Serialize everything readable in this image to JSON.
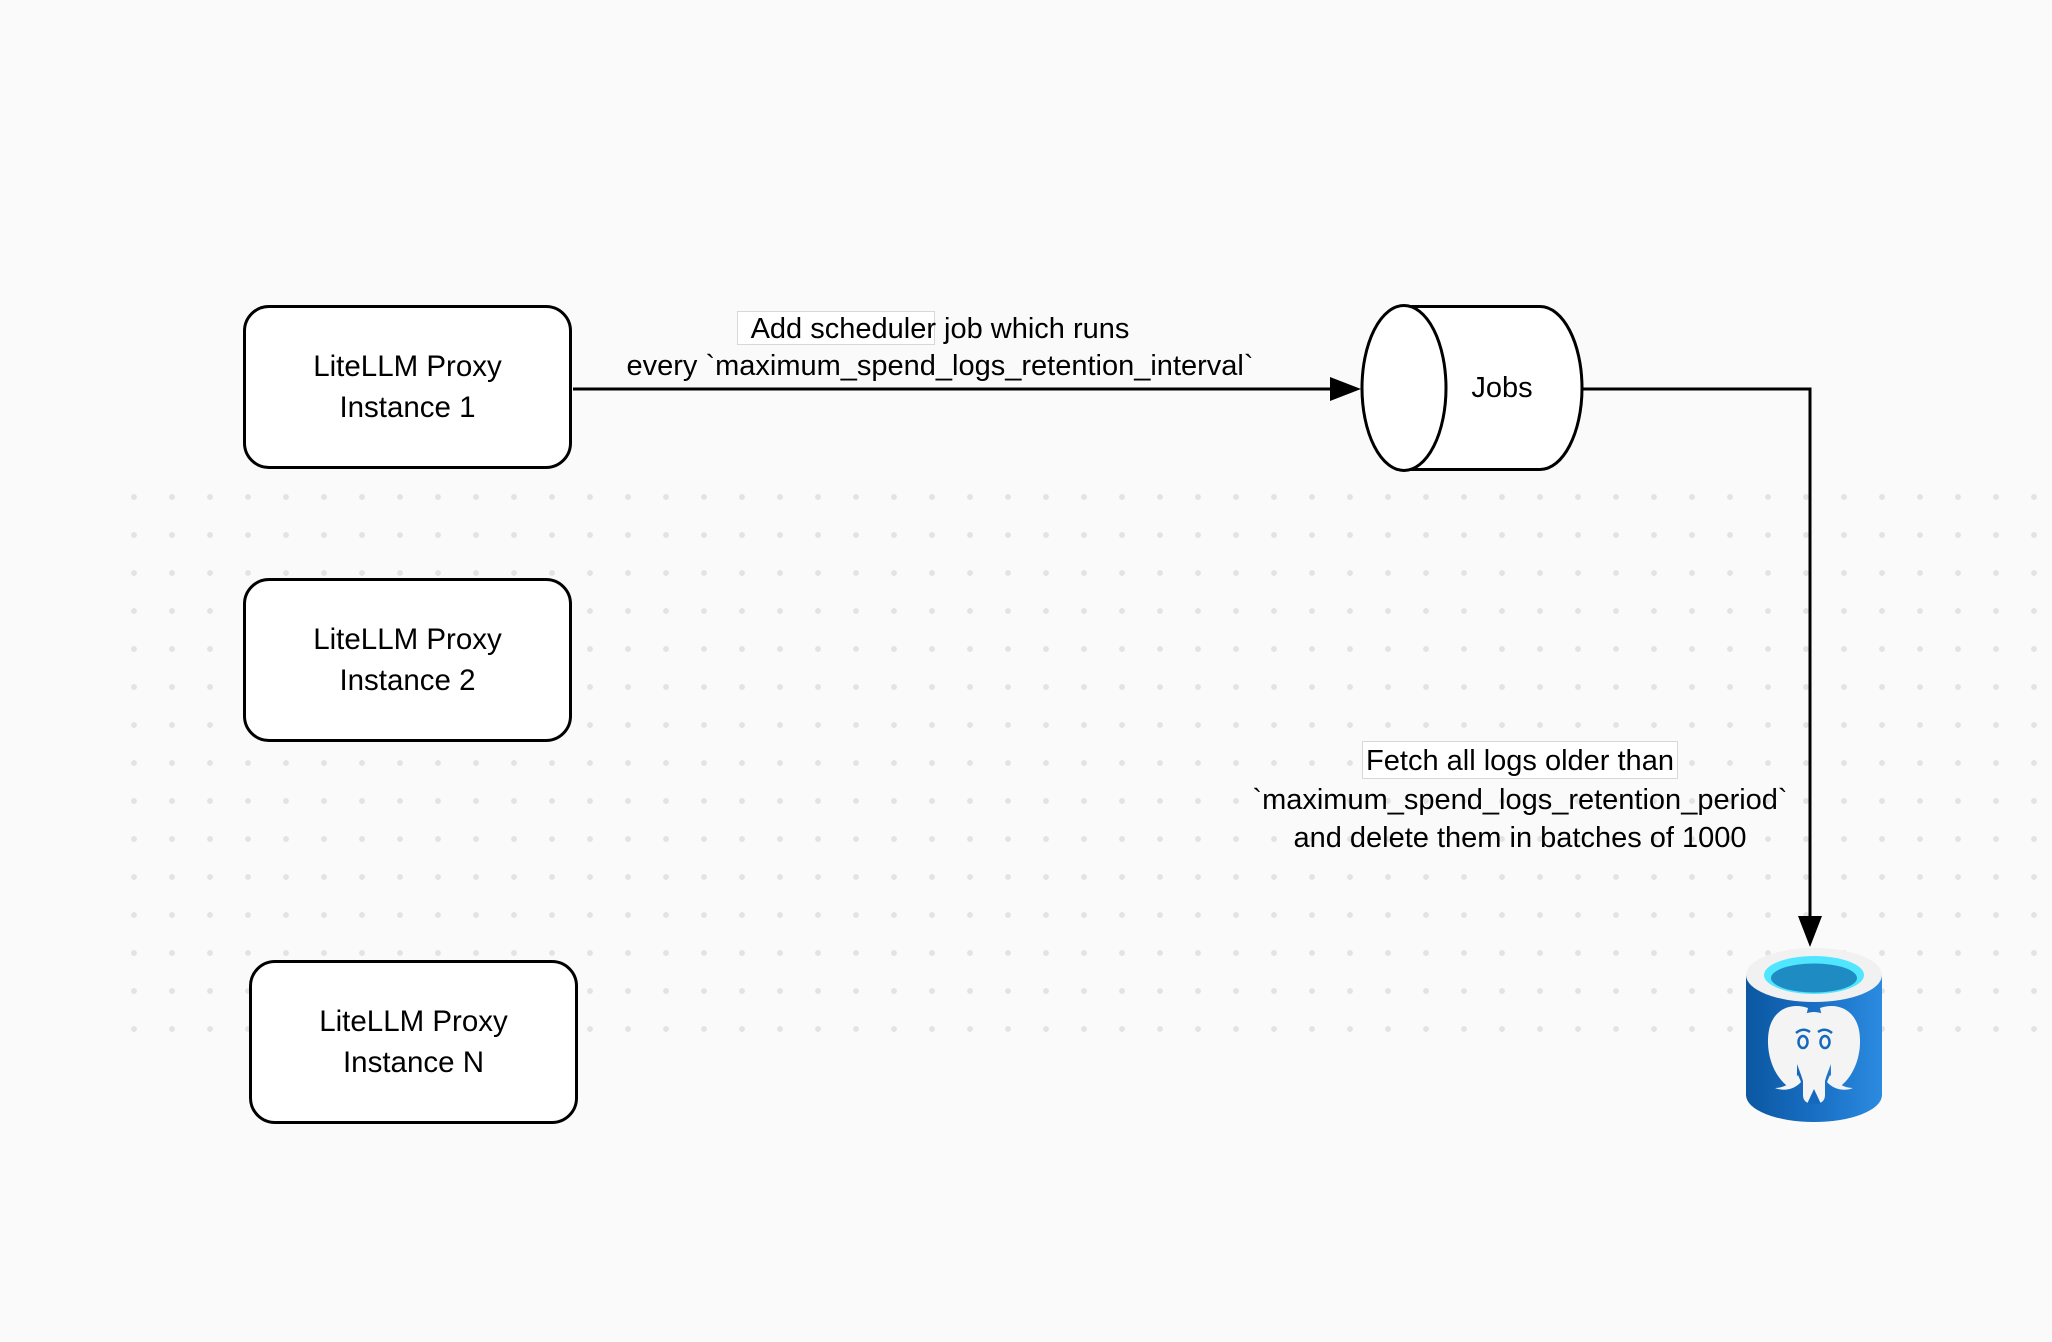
{
  "canvas": {
    "background_color": "#fafafa",
    "dot_color": "#e3e3e3"
  },
  "nodes": {
    "proxy1": {
      "line1": "LiteLLM Proxy",
      "line2": "Instance 1"
    },
    "proxy2": {
      "line1": "LiteLLM Proxy",
      "line2": "Instance 2"
    },
    "proxyN": {
      "line1": "LiteLLM Proxy",
      "line2": "Instance N"
    },
    "jobs": {
      "label": "Jobs"
    },
    "database": {
      "icon": "azure-postgresql-database-icon"
    }
  },
  "edges": {
    "add_scheduler": {
      "line1": "Add scheduler job which runs",
      "line2": "every `maximum_spend_logs_retention_interval`"
    },
    "fetch_delete": {
      "line1": "Fetch all logs older than",
      "line2": "`maximum_spend_logs_retention_period`",
      "line3": "and delete them in batches of 1000"
    }
  },
  "colors": {
    "stroke": "#000000",
    "node_fill": "#ffffff",
    "label_box_border": "#d8d8d8",
    "postgres_body_dark": "#0b57a1",
    "postgres_body_mid": "#1a71c6",
    "postgres_body_light": "#2b8be0",
    "postgres_rim": "#f1f1f1",
    "postgres_water_cyan": "#50e6ff",
    "postgres_water_deep": "#1e8bc3",
    "postgres_elephant": "#f4f4f4"
  }
}
